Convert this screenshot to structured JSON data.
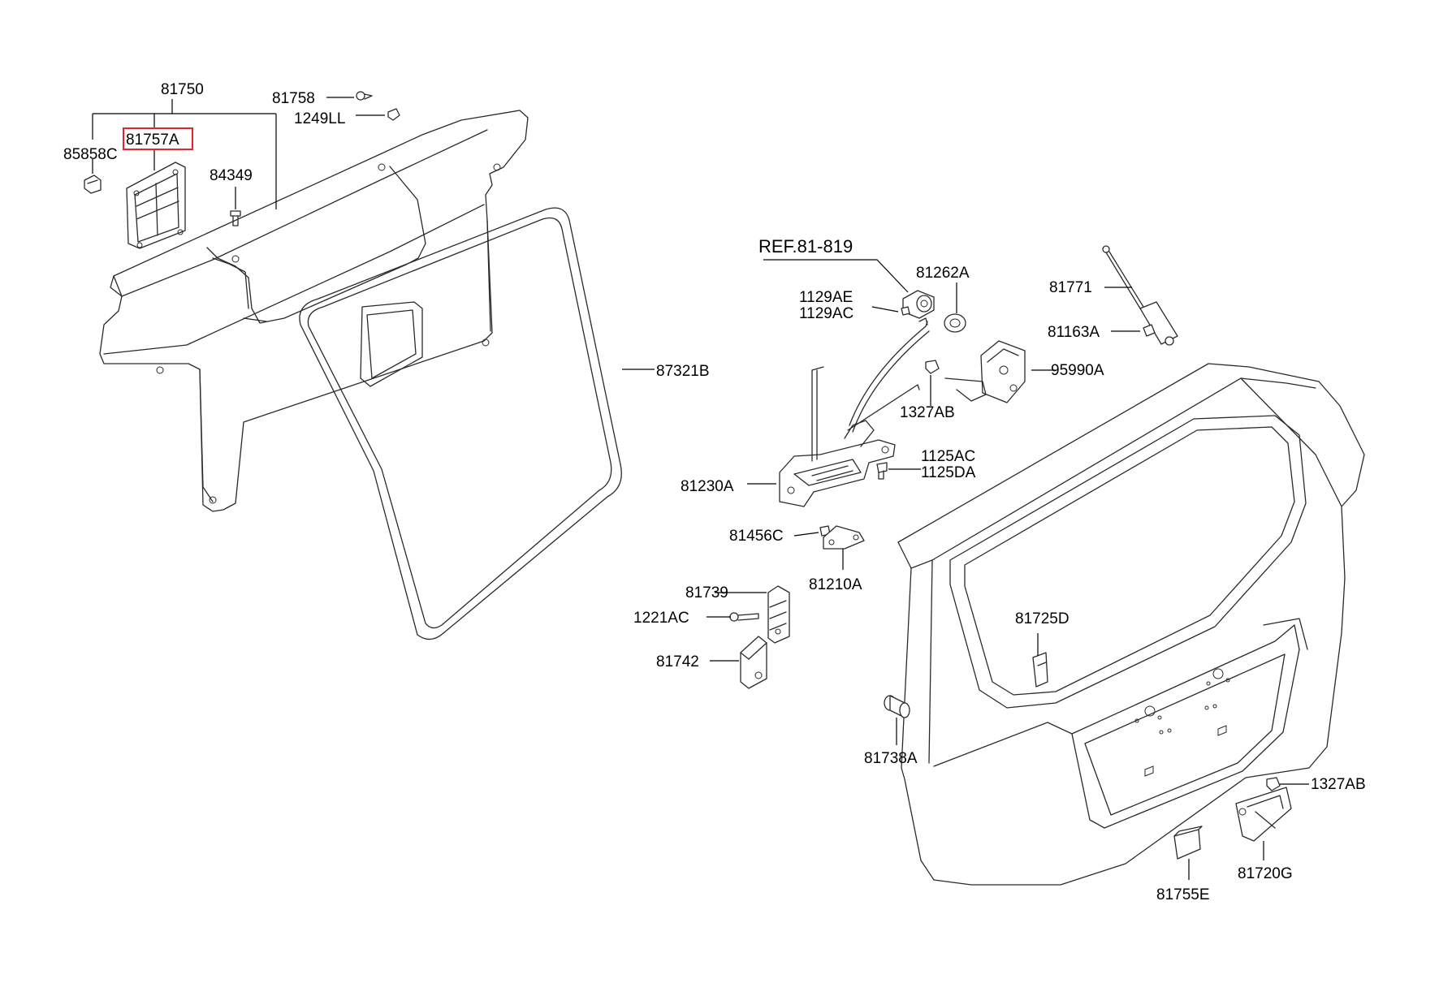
{
  "labels": {
    "p81750": "81750",
    "p81758": "81758",
    "p1249LL": "1249LL",
    "p81757A": "81757A",
    "p85858C": "85858C",
    "p84349": "84349",
    "p87321B": "87321B",
    "ref": "REF.81-819",
    "p81262A": "81262A",
    "p1129AE": "1129AE",
    "p1129AC": "1129AC",
    "p81771": "81771",
    "p81163A": "81163A",
    "p95990A": "95990A",
    "p1327AB_top": "1327AB",
    "p1125AC": "1125AC",
    "p1125DA": "1125DA",
    "p81230A": "81230A",
    "p81456C": "81456C",
    "p81210A": "81210A",
    "p81739": "81739",
    "p1221AC": "1221AC",
    "p81742": "81742",
    "p81725D": "81725D",
    "p81738A": "81738A",
    "p1327AB_bot": "1327AB",
    "p81755E": "81755E",
    "p81720G": "81720G"
  },
  "highlight": {
    "part": "81757A",
    "color": "#e0262a"
  }
}
